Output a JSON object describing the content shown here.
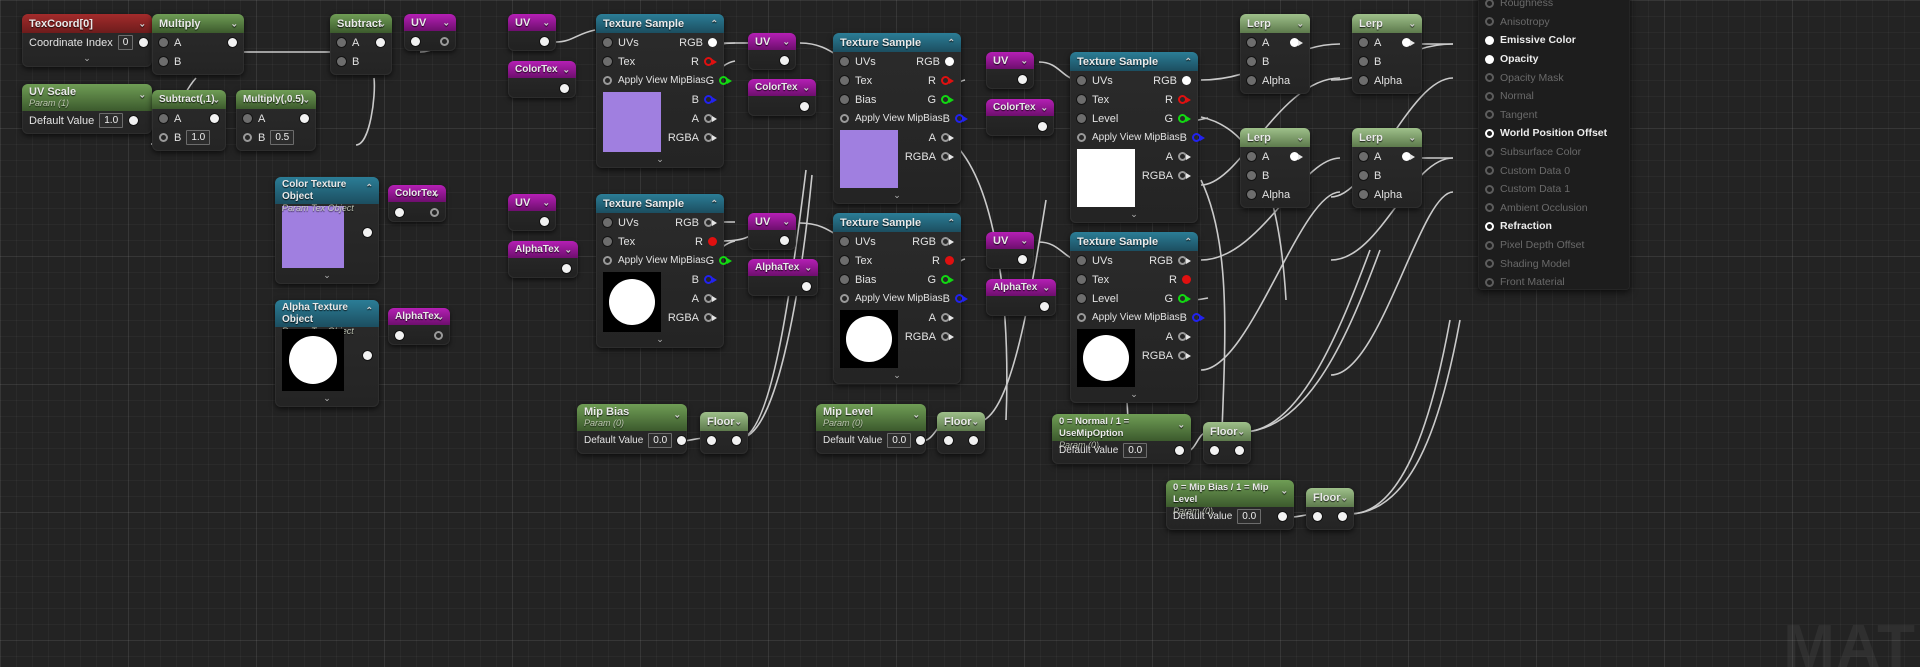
{
  "app": {
    "editor": "Unreal Engine Material Editor",
    "watermark": "MAT"
  },
  "nodes": {
    "texcoord": {
      "title": "TexCoord[0]",
      "row_label": "Coordinate Index",
      "value": "0"
    },
    "uvscale": {
      "title": "UV Scale",
      "subtitle": "Param (1)",
      "row_label": "Default Value",
      "value": "1.0"
    },
    "multiply1": {
      "title": "Multiply",
      "a": "A",
      "b": "B"
    },
    "subtract1": {
      "title": "Subtract(,1)",
      "a": "A",
      "b": "B",
      "b_value": "1.0"
    },
    "multiply2": {
      "title": "Multiply(,0.5)",
      "a": "A",
      "b": "B",
      "b_value": "0.5"
    },
    "subtract2": {
      "title": "Subtract",
      "a": "A",
      "b": "B"
    },
    "color_tex_obj": {
      "title": "Color Texture Object",
      "subtitle": "Param Tex Object",
      "color": "#a07fe0"
    },
    "alpha_tex_obj": {
      "title": "Alpha Texture Object",
      "subtitle": "Param Tex Object",
      "color": "#ffffff"
    },
    "texsample": {
      "title": "Texture Sample",
      "pins_in_basic": [
        "UVs",
        "Tex",
        "Apply View MipBias"
      ],
      "pins_in_bias": [
        "UVs",
        "Tex",
        "Bias",
        "Apply View MipBias"
      ],
      "pins_in_level": [
        "UVs",
        "Tex",
        "Level",
        "Apply View MipBias"
      ],
      "pins_out": [
        "RGB",
        "R",
        "G",
        "B",
        "A",
        "RGBA"
      ]
    },
    "lerp": {
      "title": "Lerp",
      "a": "A",
      "b": "B",
      "alpha": "Alpha"
    },
    "floor": {
      "title": "Floor"
    },
    "mipbias": {
      "title": "Mip Bias",
      "subtitle": "Param (0)",
      "row_label": "Default Value",
      "value": "0.0"
    },
    "miplevel": {
      "title": "Mip Level",
      "subtitle": "Param (0)",
      "row_label": "Default Value",
      "value": "0.0"
    },
    "normalopt": {
      "title": "0 = Normal / 1 = UseMipOption",
      "subtitle": "Param (0)",
      "row_label": "Default Value",
      "value": "0.0"
    },
    "biaslevelopt": {
      "title": "0 = Mip Bias / 1 = Mip Level",
      "subtitle": "Param (0)",
      "row_label": "Default Value",
      "value": "0.0"
    }
  },
  "reroutes": {
    "uv": "UV",
    "colortex": "ColorTex",
    "alphatex": "AlphaTex"
  },
  "material_output": {
    "pins": [
      {
        "label": "Roughness",
        "state": "off"
      },
      {
        "label": "Anisotropy",
        "state": "off"
      },
      {
        "label": "Emissive Color",
        "state": "on"
      },
      {
        "label": "Opacity",
        "state": "on"
      },
      {
        "label": "Opacity Mask",
        "state": "off"
      },
      {
        "label": "Normal",
        "state": "off"
      },
      {
        "label": "Tangent",
        "state": "off"
      },
      {
        "label": "World Position Offset",
        "state": "ring"
      },
      {
        "label": "Subsurface Color",
        "state": "off"
      },
      {
        "label": "Custom Data 0",
        "state": "off"
      },
      {
        "label": "Custom Data 1",
        "state": "off"
      },
      {
        "label": "Ambient Occlusion",
        "state": "off"
      },
      {
        "label": "Refraction",
        "state": "ring"
      },
      {
        "label": "Pixel Depth Offset",
        "state": "off"
      },
      {
        "label": "Shading Model",
        "state": "off"
      },
      {
        "label": "Front Material",
        "state": "off"
      }
    ]
  },
  "colors": {
    "header_texture": "#2b7d96",
    "header_param": "#6f9d55",
    "header_coord": "#a32b2b",
    "header_reroute": "#b51fb5",
    "pin_red": "#e01010",
    "pin_green": "#12d912",
    "pin_blue": "#2222ef",
    "wire": "#d8d8d8",
    "canvas": "#232323"
  }
}
